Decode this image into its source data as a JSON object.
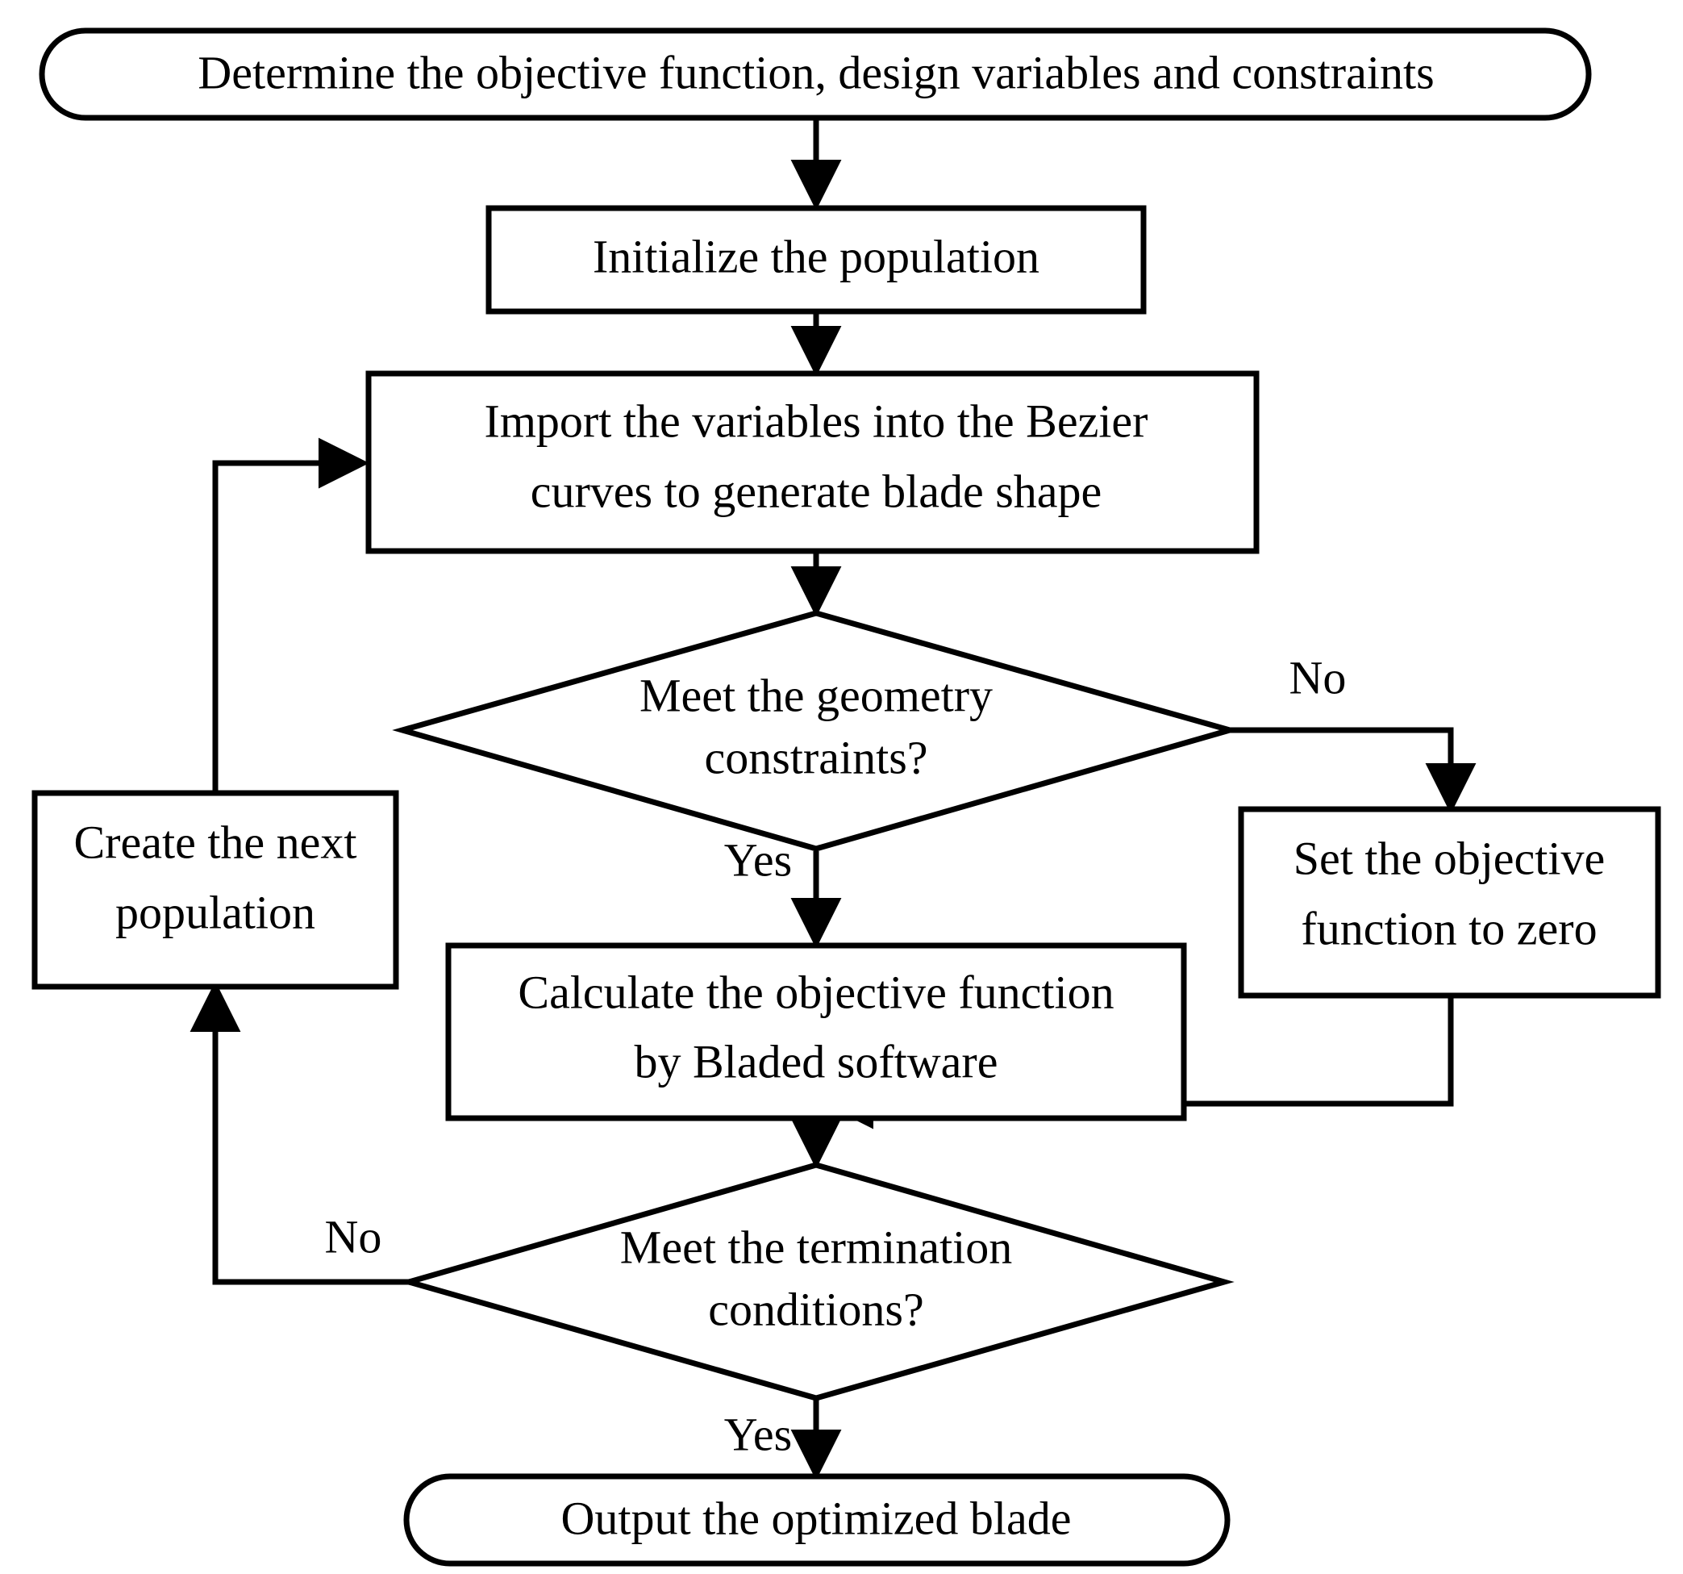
{
  "diagram": {
    "title": "Blade optimization flowchart",
    "type": "flowchart",
    "background_color": "#ffffff",
    "line_color": "#000000",
    "text_color": "#000000",
    "nodes": [
      {
        "id": "determine",
        "shape": "rounded-rectangle",
        "lines": [
          "Determine the objective function, design variables and constraints"
        ]
      },
      {
        "id": "initialize",
        "shape": "rectangle",
        "lines": [
          "Initialize the population"
        ]
      },
      {
        "id": "import",
        "shape": "rectangle",
        "lines": [
          "Import the variables into the Bezier",
          "curves to generate blade shape"
        ]
      },
      {
        "id": "geometry-decision",
        "shape": "diamond",
        "lines": [
          "Meet the geometry",
          "constraints?"
        ]
      },
      {
        "id": "set-zero",
        "shape": "rectangle",
        "lines": [
          "Set the objective",
          "function to zero"
        ]
      },
      {
        "id": "calculate",
        "shape": "rectangle",
        "lines": [
          "Calculate the objective function",
          "by Bladed software"
        ]
      },
      {
        "id": "create-next",
        "shape": "rectangle",
        "lines": [
          "Create the next",
          "population"
        ]
      },
      {
        "id": "termination-decision",
        "shape": "diamond",
        "lines": [
          "Meet the termination",
          "conditions?"
        ]
      },
      {
        "id": "output",
        "shape": "rounded-rectangle",
        "lines": [
          "Output the optimized blade"
        ]
      }
    ],
    "edge_labels": {
      "geometry_no": "No",
      "geometry_yes": "Yes",
      "termination_no": "No",
      "termination_yes": "Yes"
    }
  }
}
